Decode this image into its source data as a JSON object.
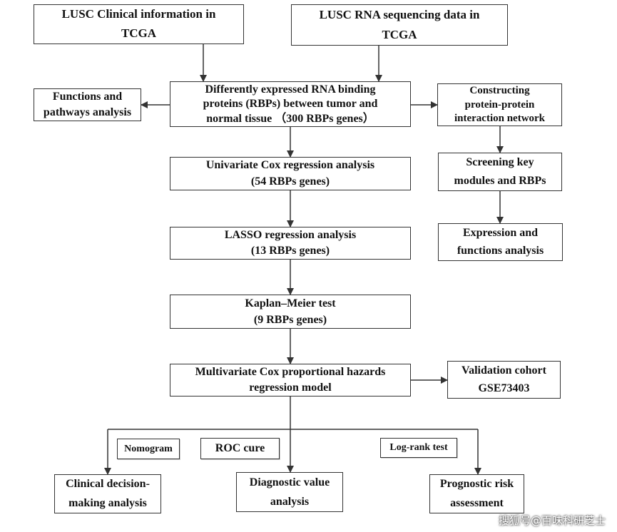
{
  "boxes": {
    "clinical": [
      "LUSC Clinical information in",
      "TCGA"
    ],
    "rnaseq": [
      "LUSC RNA sequencing data in",
      "TCGA"
    ],
    "functions": [
      "Functions and",
      "pathways analysis"
    ],
    "deg": [
      "Differently expressed RNA binding",
      "proteins (RBPs) between tumor and",
      "normal tissue （300 RBPs genes）"
    ],
    "ppi": [
      "Constructing",
      "protein-protein",
      "interaction network"
    ],
    "univariate": [
      "Univariate Cox regression analysis",
      "(54 RBPs genes)"
    ],
    "screening": [
      "Screening key",
      "modules and RBPs"
    ],
    "lasso": [
      "LASSO regression analysis",
      "(13 RBPs genes)"
    ],
    "expression": [
      "Expression and",
      "functions analysis"
    ],
    "km": [
      "Kaplan–Meier test",
      "(9 RBPs genes)"
    ],
    "multivariate": [
      "Multivariate Cox proportional hazards",
      "regression model"
    ],
    "validation": [
      "Validation cohort",
      "GSE73403"
    ],
    "nomogram": [
      "Nomogram"
    ],
    "roc": [
      "ROC cure"
    ],
    "logrank": [
      "Log-rank test"
    ],
    "clinical_decision": [
      "Clinical decision-",
      "making analysis"
    ],
    "diagnostic": [
      "Diagnostic value",
      "analysis"
    ],
    "prognostic": [
      "Prognostic risk",
      "assessment"
    ]
  },
  "watermark": "搜狐号@百味科研芝士"
}
